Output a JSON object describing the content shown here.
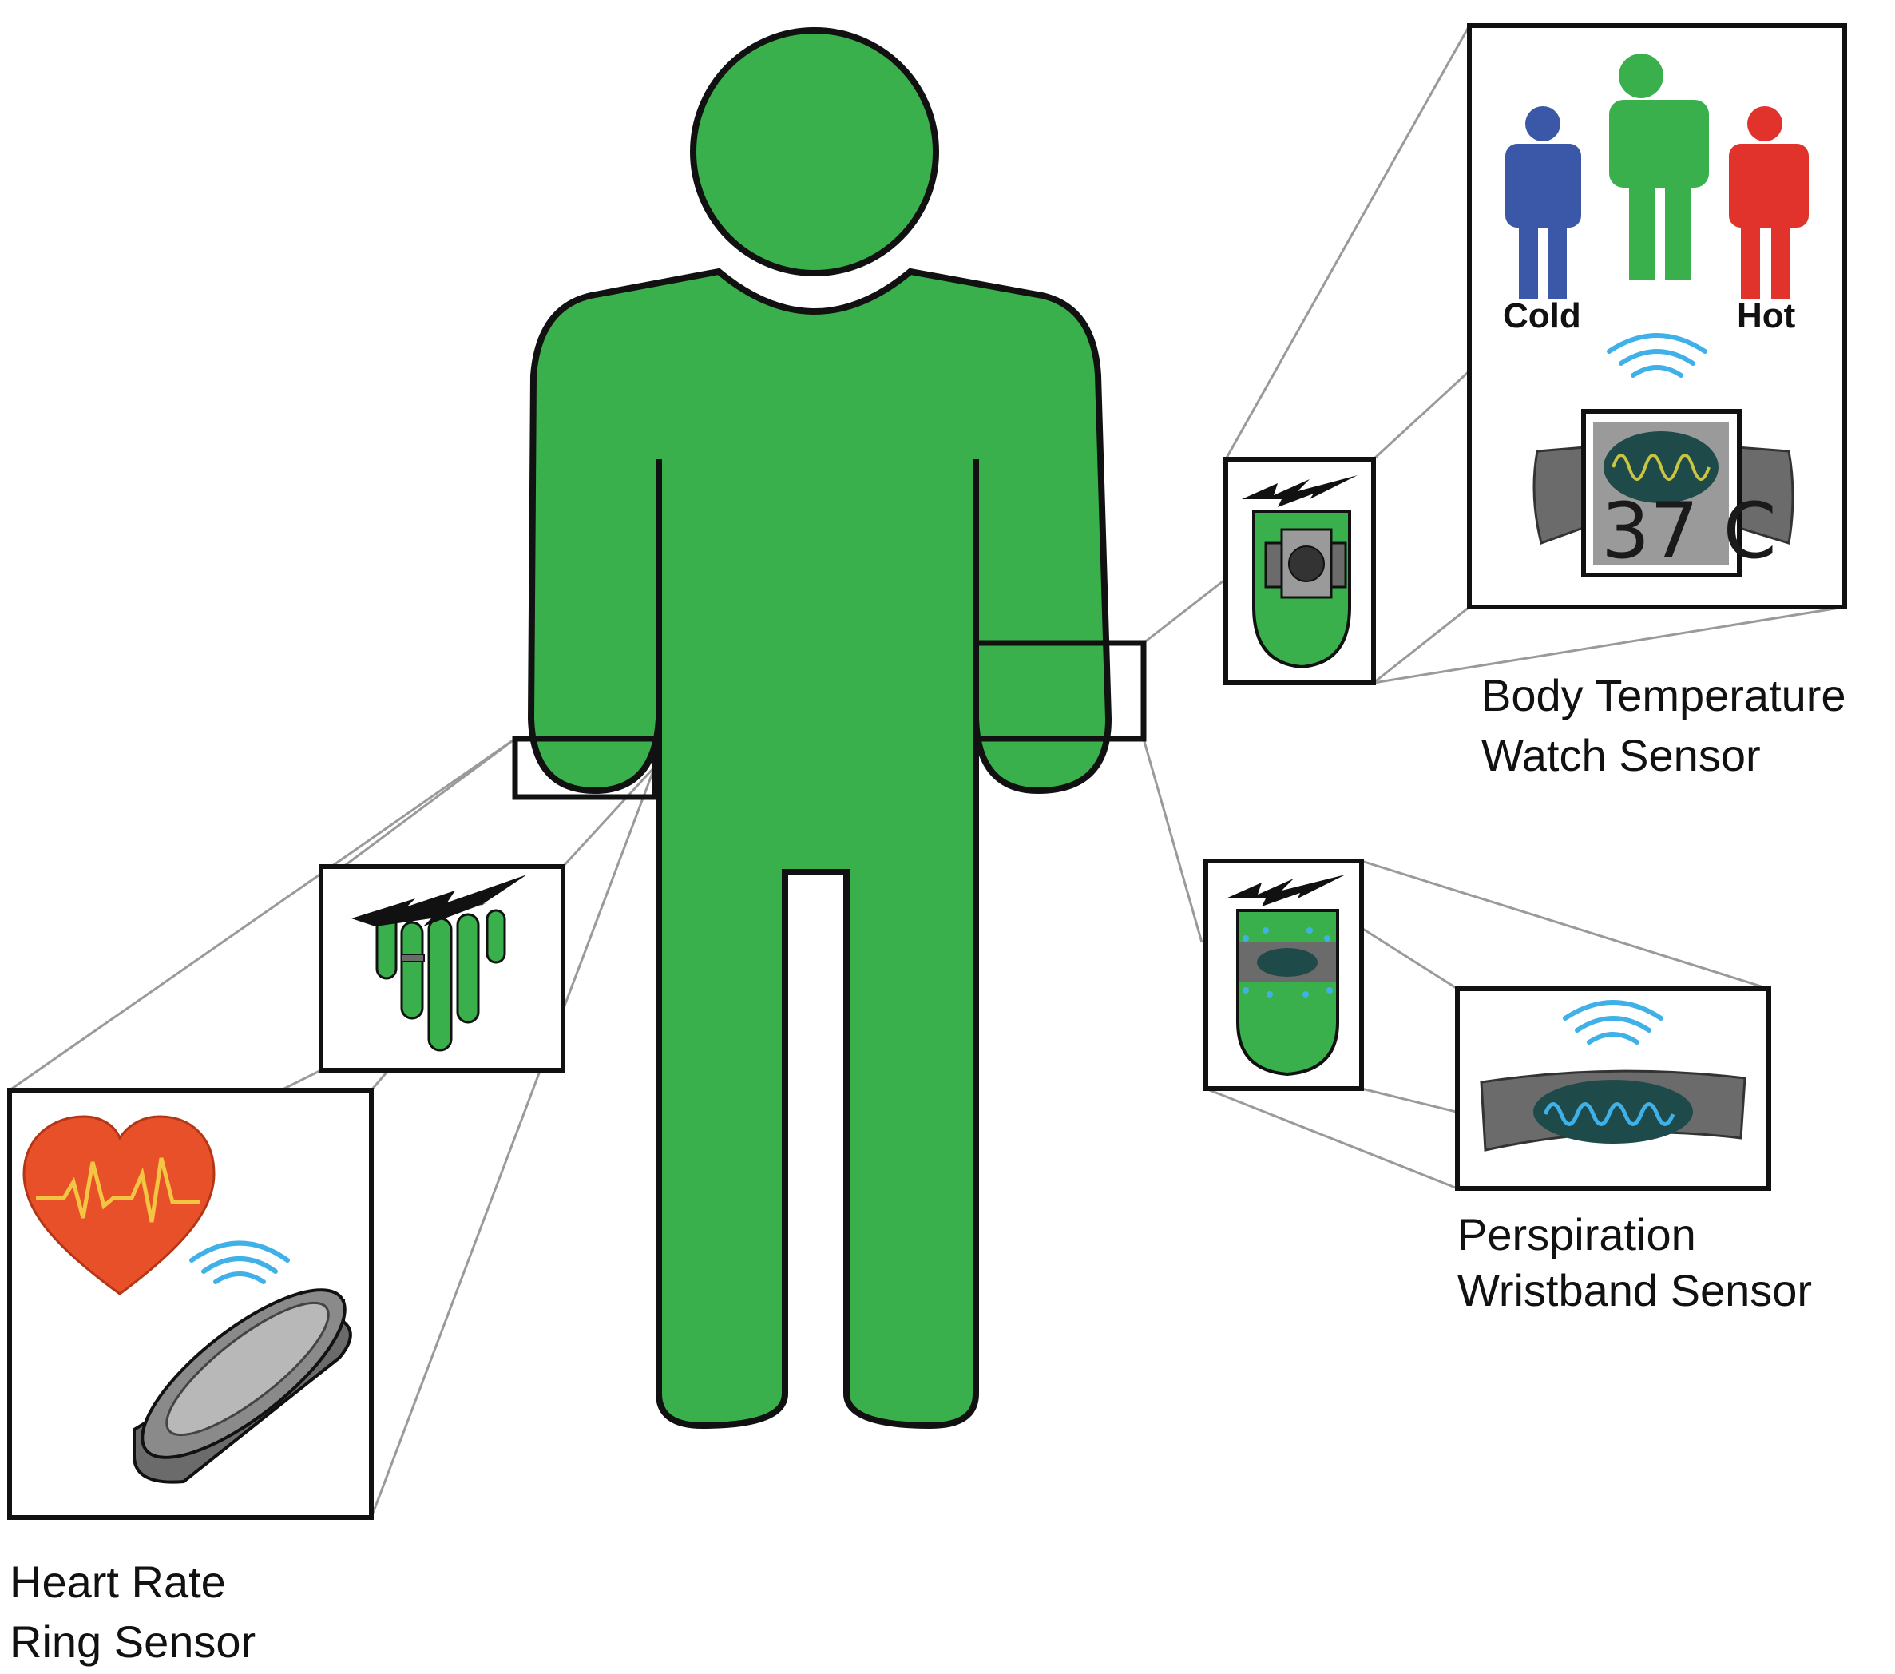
{
  "labels": {
    "heart_rate_line1": "Heart Rate",
    "heart_rate_line2": "Ring Sensor",
    "body_temp_line1": "Body Temperature",
    "body_temp_line2": "Watch Sensor",
    "perspiration_line1": "Perspiration",
    "perspiration_line2": "Wristband Sensor",
    "cold": "Cold",
    "hot": "Hot",
    "temperature_readout": "37 C"
  },
  "colors": {
    "body_green": "#3ab04d",
    "outline": "#111111",
    "cold_blue": "#3a57a8",
    "hot_red": "#e2322c",
    "wifi_blue": "#3fb1e8",
    "device_gray": "#6b6b6b",
    "screen_dark": "#1f4a4a",
    "heart_red": "#e8502a",
    "heart_wave": "#f4c542",
    "callout_line": "#9a9a9a"
  }
}
